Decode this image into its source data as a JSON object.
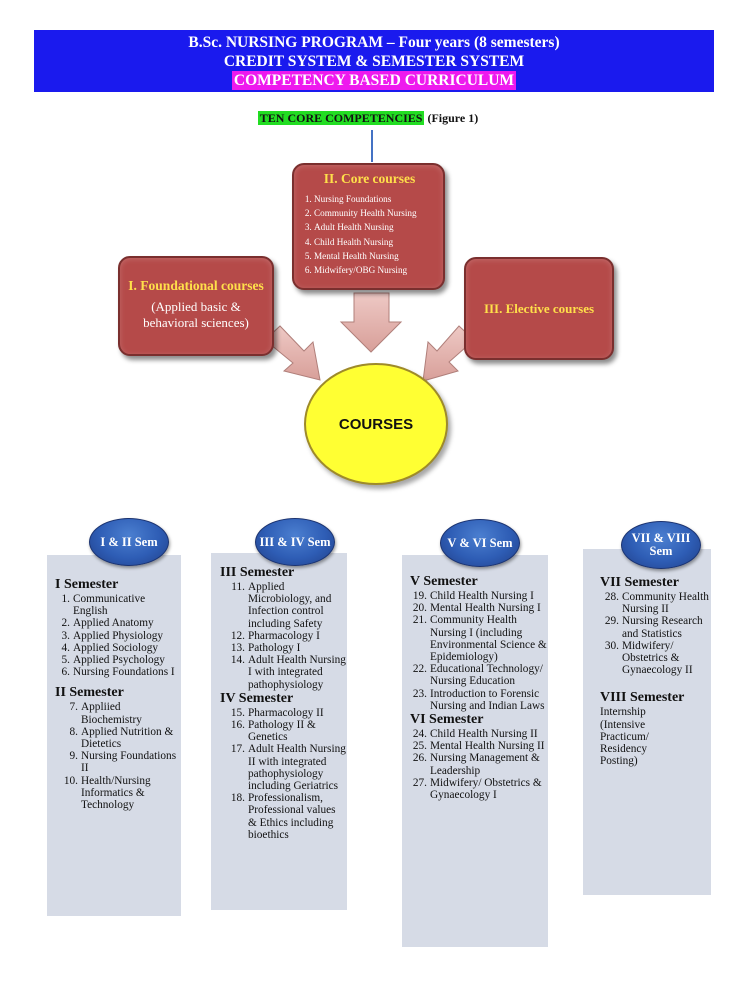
{
  "header": {
    "line1": "B.Sc. NURSING PROGRAM – Four years (8 semesters)",
    "line2": "CREDIT SYSTEM & SEMESTER SYSTEM",
    "line3": "COMPETENCY BASED CURRICULUM"
  },
  "competencies": {
    "label": "TEN CORE COMPETENCIES",
    "figure": "(Figure 1)"
  },
  "colors": {
    "header_bg": "#1a1aee",
    "highlight_magenta": "#ee19ee",
    "highlight_green": "#22dd22",
    "box_red": "#b54a49",
    "title_yellow": "#ffe04a",
    "courses_yellow": "#ffff33",
    "oval_blue": "#2e5db5",
    "panel_gray": "#d6dbe6"
  },
  "core_courses": {
    "title": "II.  Core courses",
    "items": [
      "Nursing Foundations",
      "Community Health Nursing",
      "Adult Health Nursing",
      "Child Health Nursing",
      "Mental Health Nursing",
      "Midwifery/OBG Nursing"
    ]
  },
  "foundational_courses": {
    "title": "I.  Foundational courses",
    "subtitle": "(Applied basic & behavioral sciences)"
  },
  "elective_courses": {
    "title": "III.  Elective courses"
  },
  "courses_label": "COURSES",
  "columns": [
    {
      "oval": "I & II Sem",
      "sections": [
        {
          "heading": "I Semester",
          "items": [
            {
              "num": "1.",
              "text": "Communicative English"
            },
            {
              "num": "2.",
              "text": "Applied Anatomy"
            },
            {
              "num": "3.",
              "text": "Applied Physiology"
            },
            {
              "num": "4.",
              "text": "Applied Sociology"
            },
            {
              "num": "5.",
              "text": "Applied Psychology"
            },
            {
              "num": "6.",
              "text": "Nursing Foundations I"
            }
          ]
        },
        {
          "heading": "II Semester",
          "items": [
            {
              "num": "7.",
              "text": "Appliied Biochemistry"
            },
            {
              "num": "8.",
              "text": "Applied Nutrition & Dietetics"
            },
            {
              "num": "9.",
              "text": "Nursing Foundations II"
            },
            {
              "num": "10.",
              "text": "Health/Nursing Informatics & Technology"
            }
          ]
        }
      ]
    },
    {
      "oval": "III & IV Sem",
      "sections": [
        {
          "heading": "III Semester",
          "items": [
            {
              "num": "11.",
              "text": "Applied Microbiology, and Infection control including Safety"
            },
            {
              "num": "12.",
              "text": "Pharmacology I"
            },
            {
              "num": "13.",
              "text": "Pathology I"
            },
            {
              "num": "14.",
              "text": "Adult Health Nursing I with integrated pathophysiology"
            }
          ]
        },
        {
          "heading": "IV Semester",
          "items": [
            {
              "num": "15.",
              "text": "Pharmacology II"
            },
            {
              "num": "16.",
              "text": "Pathology II & Genetics"
            },
            {
              "num": "17.",
              "text": "Adult Health Nursing II with integrated pathophysiology including Geriatrics"
            },
            {
              "num": "18.",
              "text": "Professionalism, Professional values & Ethics including bioethics"
            }
          ]
        }
      ]
    },
    {
      "oval": "V & VI Sem",
      "sections": [
        {
          "heading": "V Semester",
          "items": [
            {
              "num": "19.",
              "text": "Child Health Nursing I"
            },
            {
              "num": "20.",
              "text": "Mental Health Nursing I"
            },
            {
              "num": "21.",
              "text": "Community Health Nursing I (including Environmental Science & Epidemiology)"
            },
            {
              "num": "22.",
              "text": "Educational Technology/ Nursing Education"
            },
            {
              "num": "23.",
              "text": "Introduction to Forensic Nursing and Indian Laws"
            }
          ]
        },
        {
          "heading": "VI Semester",
          "items": [
            {
              "num": "24.",
              "text": "Child Health Nursing II"
            },
            {
              "num": "25.",
              "text": "Mental Health Nursing II"
            },
            {
              "num": "26.",
              "text": "Nursing Management & Leadership"
            },
            {
              "num": "27.",
              "text": "Midwifery/ Obstetrics & Gynaecology I"
            }
          ]
        }
      ]
    },
    {
      "oval": "VII & VIII Sem",
      "sections": [
        {
          "heading": "VII Semester",
          "items": [
            {
              "num": "28.",
              "text": "Community Health Nursing II"
            },
            {
              "num": "29.",
              "text": "Nursing Research and Statistics"
            },
            {
              "num": "30.",
              "text": "Midwifery/ Obstetrics & Gynaecology II"
            }
          ]
        },
        {
          "heading": "VIII Semester",
          "text": "Internship (Intensive Practicum/ Residency Posting)"
        }
      ]
    }
  ]
}
